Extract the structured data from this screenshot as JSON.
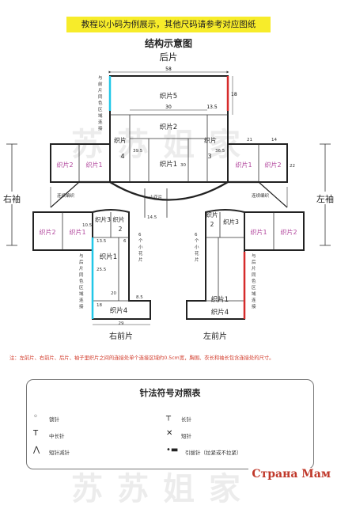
{
  "header": {
    "banner": "教程以小码为例展示，其他尺码请参考对应图纸",
    "title": "结构示意图",
    "back_label": "后片"
  },
  "diagram": {
    "dims": {
      "top_width": "58",
      "top_height": "18",
      "v30": "30",
      "v13_5": "13.5",
      "v39_5": "39.5",
      "v30b": "30",
      "v36_5": "36.5",
      "v21": "21",
      "v14": "14",
      "v22": "22",
      "v14_5": "14.5",
      "v10_5": "10.5",
      "v13_5b": "13.5",
      "v6": "6",
      "v25_5": "25.5",
      "v20": "20",
      "v8_5": "8.5",
      "v18": "18",
      "v29": "29"
    },
    "pieces": {
      "p5": "织片5",
      "p2": "织片2",
      "p1": "织片1",
      "p4": "织片\n4",
      "p3": "织片\n3",
      "left_p2": "织片2",
      "left_p1": "织片1",
      "right_p1": "织片1",
      "right_p2": "织片2",
      "rf_p3": "织片3",
      "rf_p2": "织片\n2",
      "rf_p1": "织片1",
      "rf_p4": "织片4",
      "lf_p2": "织片\n2",
      "lf_p3": "织片3",
      "lf_p1": "织片1",
      "lf_p4": "织片4",
      "lsl_p2": "织片2",
      "lsl_p1": "织片1",
      "rsl_p1": "织片1",
      "rsl_p2": "织片2",
      "small_flower": "小花片"
    },
    "labels": {
      "right_sleeve": "右袖",
      "left_sleeve": "左袖",
      "right_front": "右前片",
      "left_front": "左前片",
      "connect_l": "连续编织",
      "connect_r": "连续编织",
      "six_flowers_l": "6个小花片",
      "six_flowers_r": "6个小花片",
      "same_color_back": "与前片同色区域连接",
      "same_color_rf": "与后片同色区域连接",
      "same_color_lf": "与后片同色区域连接"
    }
  },
  "note": "注：左前片、右前片、后片、袖子里织片之间的连接处单个连接区域约0.5cm宽，胸围、衣长和袖长包含连接处的尺寸。",
  "legend": {
    "title": "针法符号对照表",
    "items": [
      {
        "symbol": "◦",
        "label": "锁针"
      },
      {
        "symbol": "┬",
        "label": "长针"
      },
      {
        "symbol": "T",
        "label": "中长针"
      },
      {
        "symbol": "✕",
        "label": "短针"
      },
      {
        "symbol": "⋀",
        "label": "短针减针"
      },
      {
        "symbol": "•▬",
        "label": "引拔针（拉紧或不拉紧）"
      }
    ]
  },
  "watermark": "苏苏姐家",
  "logo": "Страна Мам",
  "colors": {
    "accent_red": "#d62b2b",
    "accent_cyan": "#21c7e8",
    "piece_text": "#b1459c"
  }
}
